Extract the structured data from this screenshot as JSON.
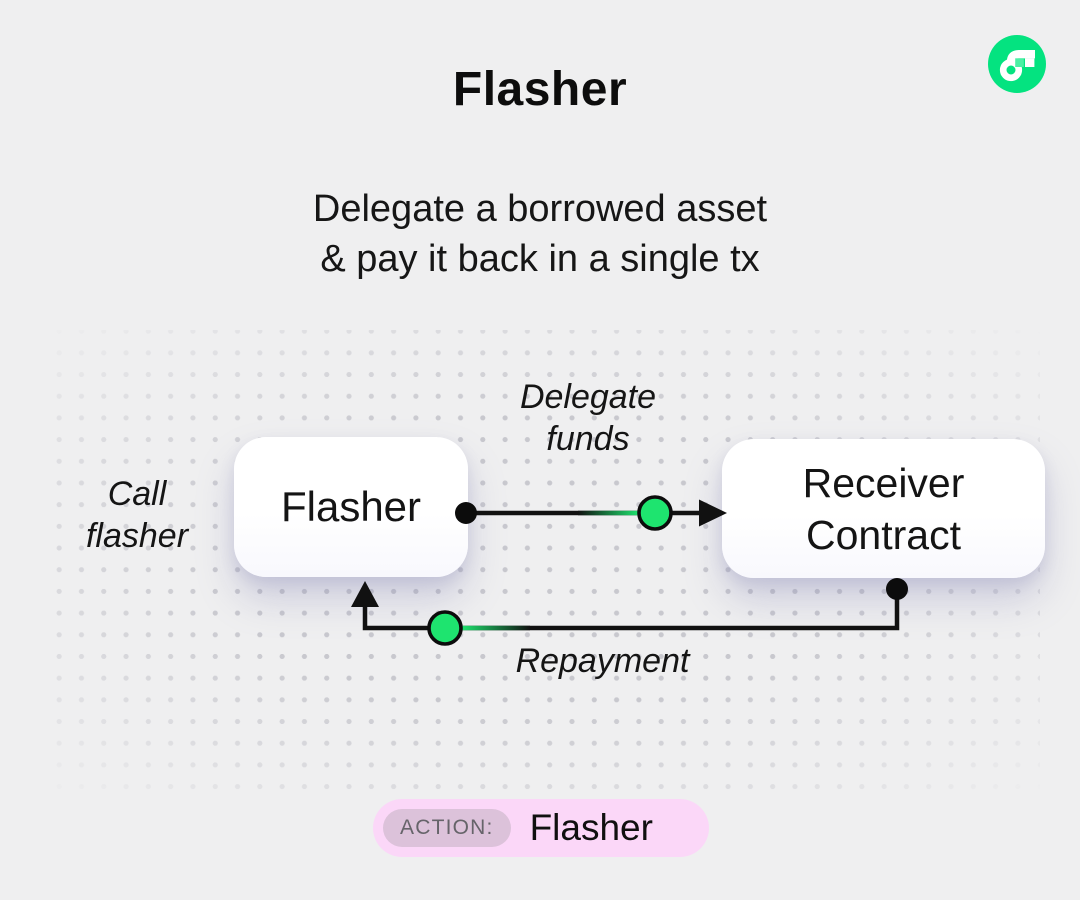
{
  "header": {
    "title": "Flasher",
    "subtitle_line1": "Delegate a borrowed asset",
    "subtitle_line2": "& pay it back in a single tx"
  },
  "logo": {
    "icon": "flow-brand-logo"
  },
  "diagram": {
    "call_label": {
      "line1": "Call",
      "line2": "flasher"
    },
    "nodes": [
      {
        "id": "flasher",
        "label": "Flasher"
      },
      {
        "id": "receiver-contract",
        "line1": "Receiver",
        "line2": "Contract"
      }
    ],
    "edges": [
      {
        "id": "delegate-funds",
        "line1": "Delegate",
        "line2": "funds",
        "direction": "flasher to receiver-contract"
      },
      {
        "id": "repayment",
        "label": "Repayment",
        "direction": "receiver-contract to flasher"
      }
    ]
  },
  "action_badge": {
    "label": "ACTION:",
    "value": "Flasher"
  },
  "colors": {
    "background": "#EFEFF0",
    "ink": "#121212",
    "dot": "#C8C8CE",
    "accent_green": "#1EE46F",
    "logo_green": "#04E380",
    "logo_mint": "#4BF0A4",
    "badge_pink": "#FBD7F8",
    "badge_chip": "#DCC2DA",
    "chip_text": "#66646A"
  }
}
